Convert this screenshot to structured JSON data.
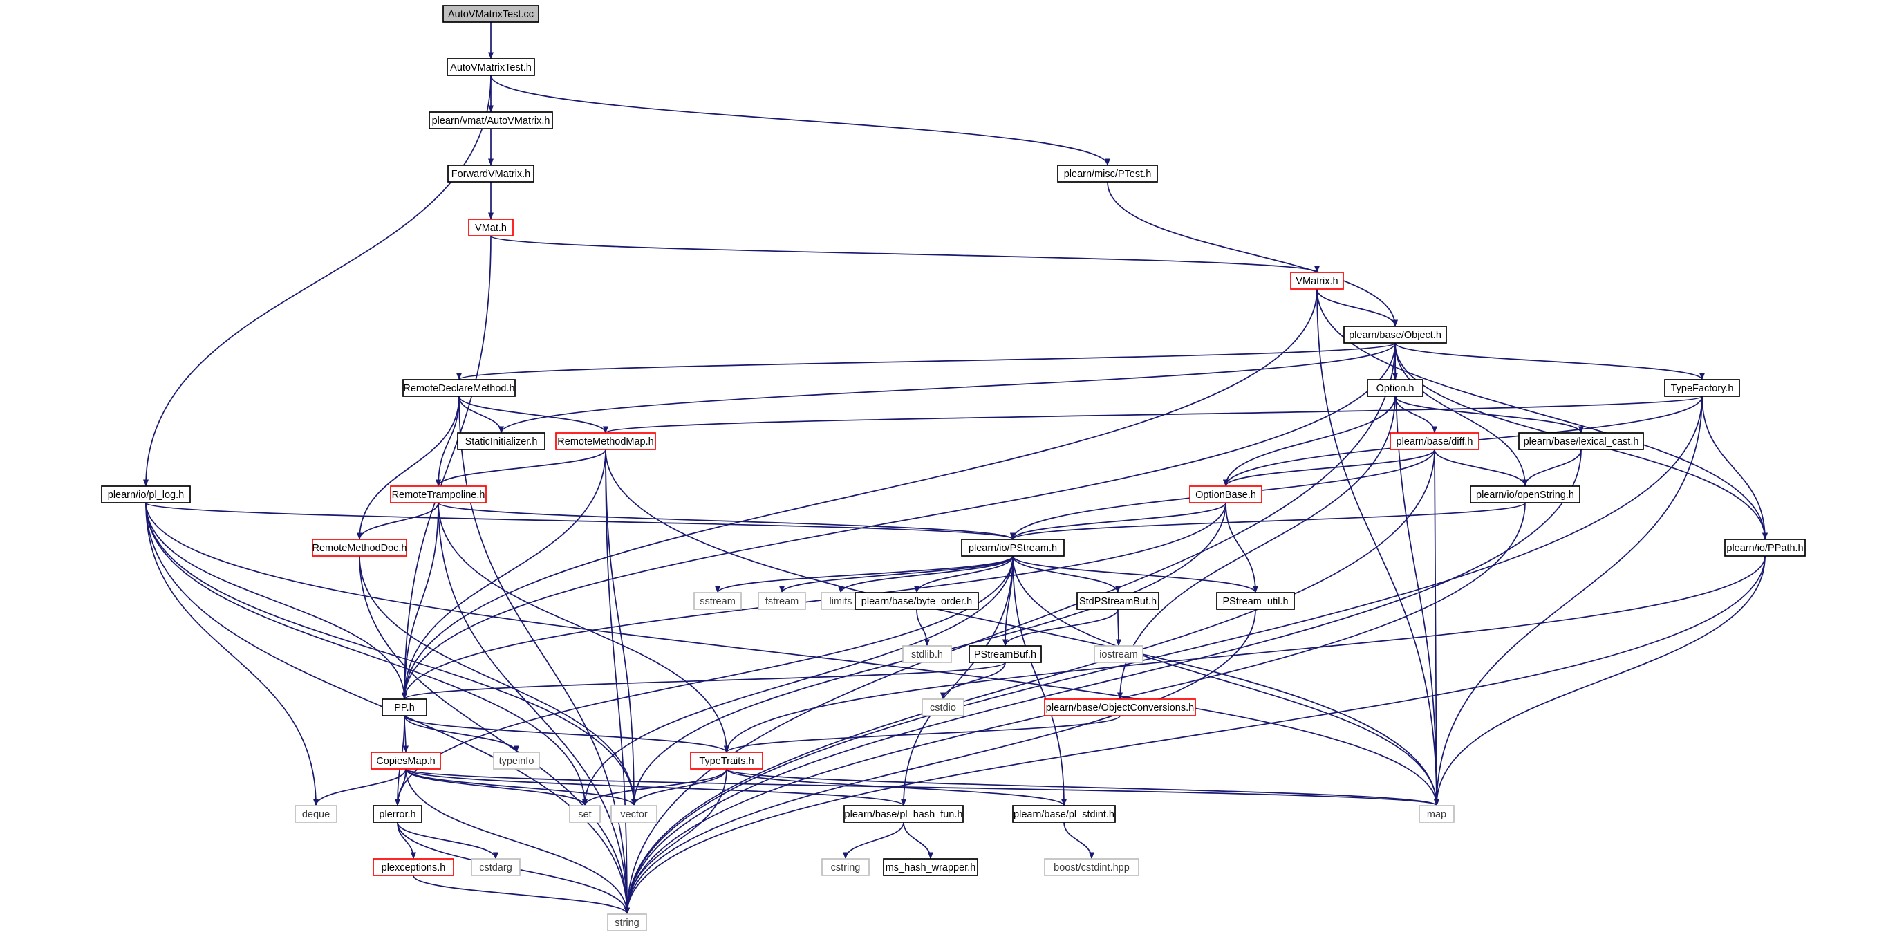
{
  "diagram": {
    "colors": {
      "edge": "#191970",
      "box_border": "#000000",
      "truncated_border": "#ff0000",
      "external_border": "#bfbfbf",
      "root_fill": "#bfbfbf"
    },
    "nodes": [
      {
        "id": "AutoVMatrixTest_cc",
        "label": "AutoVMatrixTest.cc",
        "kind": "root"
      },
      {
        "id": "AutoVMatrixTest_h",
        "label": "AutoVMatrixTest.h",
        "kind": "file"
      },
      {
        "id": "vmat_AutoVMatrix_h",
        "label": "plearn/vmat/AutoVMatrix.h",
        "kind": "file"
      },
      {
        "id": "ForwardVMatrix_h",
        "label": "ForwardVMatrix.h",
        "kind": "file"
      },
      {
        "id": "VMat_h",
        "label": "VMat.h",
        "kind": "truncated"
      },
      {
        "id": "misc_PTest_h",
        "label": "plearn/misc/PTest.h",
        "kind": "file"
      },
      {
        "id": "VMatrix_h",
        "label": "VMatrix.h",
        "kind": "truncated"
      },
      {
        "id": "base_Object_h",
        "label": "plearn/base/Object.h",
        "kind": "file"
      },
      {
        "id": "RemoteDeclareMethod_h",
        "label": "RemoteDeclareMethod.h",
        "kind": "file"
      },
      {
        "id": "Option_h",
        "label": "Option.h",
        "kind": "file"
      },
      {
        "id": "TypeFactory_h",
        "label": "TypeFactory.h",
        "kind": "file"
      },
      {
        "id": "StaticInitializer_h",
        "label": "StaticInitializer.h",
        "kind": "file"
      },
      {
        "id": "RemoteMethodMap_h",
        "label": "RemoteMethodMap.h",
        "kind": "truncated"
      },
      {
        "id": "base_diff_h",
        "label": "plearn/base/diff.h",
        "kind": "truncated"
      },
      {
        "id": "base_lexical_cast_h",
        "label": "plearn/base/lexical_cast.h",
        "kind": "file"
      },
      {
        "id": "io_pl_log_h",
        "label": "plearn/io/pl_log.h",
        "kind": "file"
      },
      {
        "id": "RemoteTrampoline_h",
        "label": "RemoteTrampoline.h",
        "kind": "truncated"
      },
      {
        "id": "OptionBase_h",
        "label": "OptionBase.h",
        "kind": "truncated"
      },
      {
        "id": "io_openString_h",
        "label": "plearn/io/openString.h",
        "kind": "file"
      },
      {
        "id": "RemoteMethodDoc_h",
        "label": "RemoteMethodDoc.h",
        "kind": "truncated"
      },
      {
        "id": "io_PStream_h",
        "label": "plearn/io/PStream.h",
        "kind": "file"
      },
      {
        "id": "io_PPath_h",
        "label": "plearn/io/PPath.h",
        "kind": "file"
      },
      {
        "id": "sstream",
        "label": "sstream",
        "kind": "external"
      },
      {
        "id": "fstream",
        "label": "fstream",
        "kind": "external"
      },
      {
        "id": "limits",
        "label": "limits",
        "kind": "external"
      },
      {
        "id": "base_byte_order_h",
        "label": "plearn/base/byte_order.h",
        "kind": "file"
      },
      {
        "id": "StdPStreamBuf_h",
        "label": "StdPStreamBuf.h",
        "kind": "file"
      },
      {
        "id": "PStream_util_h",
        "label": "PStream_util.h",
        "kind": "file"
      },
      {
        "id": "stdlib_h",
        "label": "stdlib.h",
        "kind": "external"
      },
      {
        "id": "PStreamBuf_h",
        "label": "PStreamBuf.h",
        "kind": "file"
      },
      {
        "id": "iostream",
        "label": "iostream",
        "kind": "external"
      },
      {
        "id": "PP_h",
        "label": "PP.h",
        "kind": "file"
      },
      {
        "id": "cstdio",
        "label": "cstdio",
        "kind": "external"
      },
      {
        "id": "base_ObjectConversions_h",
        "label": "plearn/base/ObjectConversions.h",
        "kind": "truncated"
      },
      {
        "id": "typeinfo",
        "label": "typeinfo",
        "kind": "external"
      },
      {
        "id": "CopiesMap_h",
        "label": "CopiesMap.h",
        "kind": "truncated"
      },
      {
        "id": "TypeTraits_h",
        "label": "TypeTraits.h",
        "kind": "truncated"
      },
      {
        "id": "deque",
        "label": "deque",
        "kind": "external"
      },
      {
        "id": "plerror_h",
        "label": "plerror.h",
        "kind": "file"
      },
      {
        "id": "set",
        "label": "set",
        "kind": "external"
      },
      {
        "id": "vector",
        "label": "vector",
        "kind": "external"
      },
      {
        "id": "base_pl_hash_fun_h",
        "label": "plearn/base/pl_hash_fun.h",
        "kind": "file"
      },
      {
        "id": "base_pl_stdint_h",
        "label": "plearn/base/pl_stdint.h",
        "kind": "file"
      },
      {
        "id": "map",
        "label": "map",
        "kind": "external"
      },
      {
        "id": "cstdarg",
        "label": "cstdarg",
        "kind": "external"
      },
      {
        "id": "cstring",
        "label": "cstring",
        "kind": "external"
      },
      {
        "id": "ms_hash_wrapper_h",
        "label": "ms_hash_wrapper.h",
        "kind": "file"
      },
      {
        "id": "boost_cstdint_hpp",
        "label": "boost/cstdint.hpp",
        "kind": "external"
      },
      {
        "id": "plexceptions_h",
        "label": "plexceptions.h",
        "kind": "truncated"
      },
      {
        "id": "string",
        "label": "string",
        "kind": "external"
      }
    ],
    "edges": [
      [
        "AutoVMatrixTest_cc",
        "AutoVMatrixTest_h"
      ],
      [
        "AutoVMatrixTest_h",
        "vmat_AutoVMatrix_h"
      ],
      [
        "AutoVMatrixTest_h",
        "misc_PTest_h"
      ],
      [
        "AutoVMatrixTest_h",
        "io_pl_log_h"
      ],
      [
        "vmat_AutoVMatrix_h",
        "ForwardVMatrix_h"
      ],
      [
        "ForwardVMatrix_h",
        "VMat_h"
      ],
      [
        "VMat_h",
        "VMatrix_h"
      ],
      [
        "VMat_h",
        "PP_h"
      ],
      [
        "misc_PTest_h",
        "base_Object_h"
      ],
      [
        "VMatrix_h",
        "base_Object_h"
      ],
      [
        "VMatrix_h",
        "io_PPath_h"
      ],
      [
        "VMatrix_h",
        "PP_h"
      ],
      [
        "VMatrix_h",
        "map"
      ],
      [
        "base_Object_h",
        "RemoteDeclareMethod_h"
      ],
      [
        "base_Object_h",
        "Option_h"
      ],
      [
        "base_Object_h",
        "TypeFactory_h"
      ],
      [
        "base_Object_h",
        "StaticInitializer_h"
      ],
      [
        "base_Object_h",
        "io_openString_h"
      ],
      [
        "base_Object_h",
        "io_PPath_h"
      ],
      [
        "base_Object_h",
        "PP_h"
      ],
      [
        "base_Object_h",
        "string"
      ],
      [
        "base_Object_h",
        "map"
      ],
      [
        "RemoteDeclareMethod_h",
        "StaticInitializer_h"
      ],
      [
        "RemoteDeclareMethod_h",
        "RemoteMethodMap_h"
      ],
      [
        "RemoteDeclareMethod_h",
        "RemoteTrampoline_h"
      ],
      [
        "RemoteDeclareMethod_h",
        "RemoteMethodDoc_h"
      ],
      [
        "RemoteDeclareMethod_h",
        "string"
      ],
      [
        "Option_h",
        "OptionBase_h"
      ],
      [
        "Option_h",
        "base_diff_h"
      ],
      [
        "Option_h",
        "base_lexical_cast_h"
      ],
      [
        "Option_h",
        "base_ObjectConversions_h"
      ],
      [
        "TypeFactory_h",
        "RemoteMethodMap_h"
      ],
      [
        "TypeFactory_h",
        "OptionBase_h"
      ],
      [
        "TypeFactory_h",
        "io_PPath_h"
      ],
      [
        "TypeFactory_h",
        "map"
      ],
      [
        "TypeFactory_h",
        "string"
      ],
      [
        "RemoteMethodMap_h",
        "RemoteTrampoline_h"
      ],
      [
        "RemoteMethodMap_h",
        "PP_h"
      ],
      [
        "RemoteMethodMap_h",
        "vector"
      ],
      [
        "RemoteMethodMap_h",
        "map"
      ],
      [
        "RemoteMethodMap_h",
        "string"
      ],
      [
        "base_diff_h",
        "OptionBase_h"
      ],
      [
        "base_diff_h",
        "io_openString_h"
      ],
      [
        "base_diff_h",
        "io_PStream_h"
      ],
      [
        "base_diff_h",
        "map"
      ],
      [
        "base_diff_h",
        "string"
      ],
      [
        "base_lexical_cast_h",
        "io_openString_h"
      ],
      [
        "base_lexical_cast_h",
        "string"
      ],
      [
        "io_pl_log_h",
        "io_PStream_h"
      ],
      [
        "io_pl_log_h",
        "map"
      ],
      [
        "io_pl_log_h",
        "string"
      ],
      [
        "io_pl_log_h",
        "deque"
      ],
      [
        "io_pl_log_h",
        "set"
      ],
      [
        "io_pl_log_h",
        "vector"
      ],
      [
        "io_pl_log_h",
        "PP_h"
      ],
      [
        "RemoteTrampoline_h",
        "io_PStream_h"
      ],
      [
        "RemoteTrampoline_h",
        "RemoteMethodDoc_h"
      ],
      [
        "RemoteTrampoline_h",
        "PP_h"
      ],
      [
        "RemoteTrampoline_h",
        "TypeTraits_h"
      ],
      [
        "RemoteTrampoline_h",
        "string"
      ],
      [
        "OptionBase_h",
        "io_PStream_h"
      ],
      [
        "OptionBase_h",
        "PStream_util_h"
      ],
      [
        "OptionBase_h",
        "PP_h"
      ],
      [
        "OptionBase_h",
        "vector"
      ],
      [
        "io_openString_h",
        "io_PStream_h"
      ],
      [
        "io_openString_h",
        "string"
      ],
      [
        "RemoteMethodDoc_h",
        "vector"
      ],
      [
        "RemoteMethodDoc_h",
        "string"
      ],
      [
        "io_PStream_h",
        "sstream"
      ],
      [
        "io_PStream_h",
        "fstream"
      ],
      [
        "io_PStream_h",
        "limits"
      ],
      [
        "io_PStream_h",
        "base_byte_order_h"
      ],
      [
        "io_PStream_h",
        "StdPStreamBuf_h"
      ],
      [
        "io_PStream_h",
        "PStream_util_h"
      ],
      [
        "io_PStream_h",
        "PStreamBuf_h"
      ],
      [
        "io_PStream_h",
        "plerror_h"
      ],
      [
        "io_PStream_h",
        "set"
      ],
      [
        "io_PStream_h",
        "base_pl_hash_fun_h"
      ],
      [
        "io_PStream_h",
        "base_pl_stdint_h"
      ],
      [
        "io_PStream_h",
        "map"
      ],
      [
        "io_PPath_h",
        "TypeTraits_h"
      ],
      [
        "io_PPath_h",
        "map"
      ],
      [
        "io_PPath_h",
        "string"
      ],
      [
        "base_byte_order_h",
        "stdlib_h"
      ],
      [
        "StdPStreamBuf_h",
        "PStreamBuf_h"
      ],
      [
        "StdPStreamBuf_h",
        "iostream"
      ],
      [
        "PStream_util_h",
        "string"
      ],
      [
        "PStreamBuf_h",
        "PP_h"
      ],
      [
        "PStreamBuf_h",
        "cstdio"
      ],
      [
        "PP_h",
        "typeinfo"
      ],
      [
        "PP_h",
        "CopiesMap_h"
      ],
      [
        "PP_h",
        "TypeTraits_h"
      ],
      [
        "PP_h",
        "plerror_h"
      ],
      [
        "base_ObjectConversions_h",
        "TypeTraits_h"
      ],
      [
        "CopiesMap_h",
        "deque"
      ],
      [
        "CopiesMap_h",
        "plerror_h"
      ],
      [
        "CopiesMap_h",
        "set"
      ],
      [
        "CopiesMap_h",
        "vector"
      ],
      [
        "CopiesMap_h",
        "map"
      ],
      [
        "CopiesMap_h",
        "base_pl_hash_fun_h"
      ],
      [
        "CopiesMap_h",
        "string"
      ],
      [
        "TypeTraits_h",
        "set"
      ],
      [
        "TypeTraits_h",
        "vector"
      ],
      [
        "TypeTraits_h",
        "map"
      ],
      [
        "TypeTraits_h",
        "base_pl_stdint_h"
      ],
      [
        "TypeTraits_h",
        "string"
      ],
      [
        "plerror_h",
        "plexceptions_h"
      ],
      [
        "plerror_h",
        "cstdarg"
      ],
      [
        "plerror_h",
        "string"
      ],
      [
        "plexceptions_h",
        "string"
      ],
      [
        "base_pl_hash_fun_h",
        "cstring"
      ],
      [
        "base_pl_hash_fun_h",
        "ms_hash_wrapper_h"
      ],
      [
        "base_pl_stdint_h",
        "boost_cstdint_hpp"
      ]
    ]
  }
}
